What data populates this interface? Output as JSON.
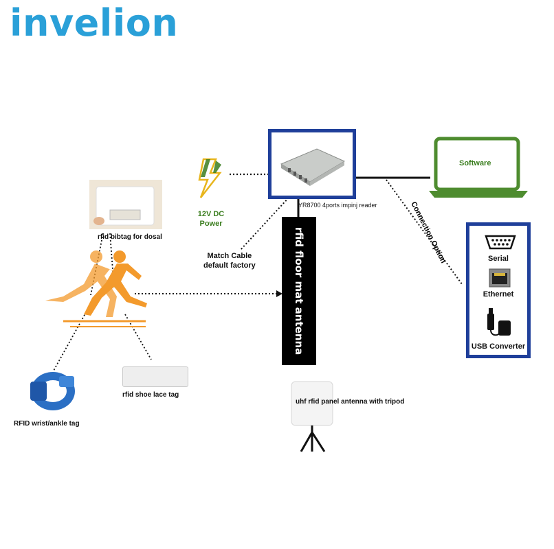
{
  "brand": {
    "name": "invelion",
    "color": "#2aa0d8"
  },
  "reader": {
    "label": "YR8700 4ports impinj reader",
    "frame_color": "#1f3f9a"
  },
  "power": {
    "line1": "12V DC",
    "line2": "Power",
    "icon": "lightning-bolt-icon",
    "color": "#3a7d1e"
  },
  "software": {
    "label": "Software",
    "icon": "laptop-icon",
    "color": "#3a7d1e"
  },
  "connection": {
    "label": "Connection Option",
    "options": [
      {
        "label": "Serial",
        "icon": "serial-port-icon"
      },
      {
        "label": "Ethernet",
        "icon": "ethernet-port-icon"
      },
      {
        "label": "USB Converter",
        "icon": "usb-cable-icon"
      }
    ]
  },
  "floor_antenna": {
    "label": "rfid floor mat antenna"
  },
  "cable": {
    "line1": "Match Cable",
    "line2": "default factory"
  },
  "bibtag": {
    "label": "rfid bibtag for dosal"
  },
  "runner": {
    "icon": "runner-icon",
    "color": "#f39a2c"
  },
  "wrist_tag": {
    "label": "RFID wrist/ankle tag",
    "icon": "wristband-icon",
    "color": "#2b6fc4"
  },
  "shoe_tag": {
    "label": "rfid shoe lace tag"
  },
  "panel_antenna": {
    "label": "uhf rfid panel antenna with tripod"
  }
}
